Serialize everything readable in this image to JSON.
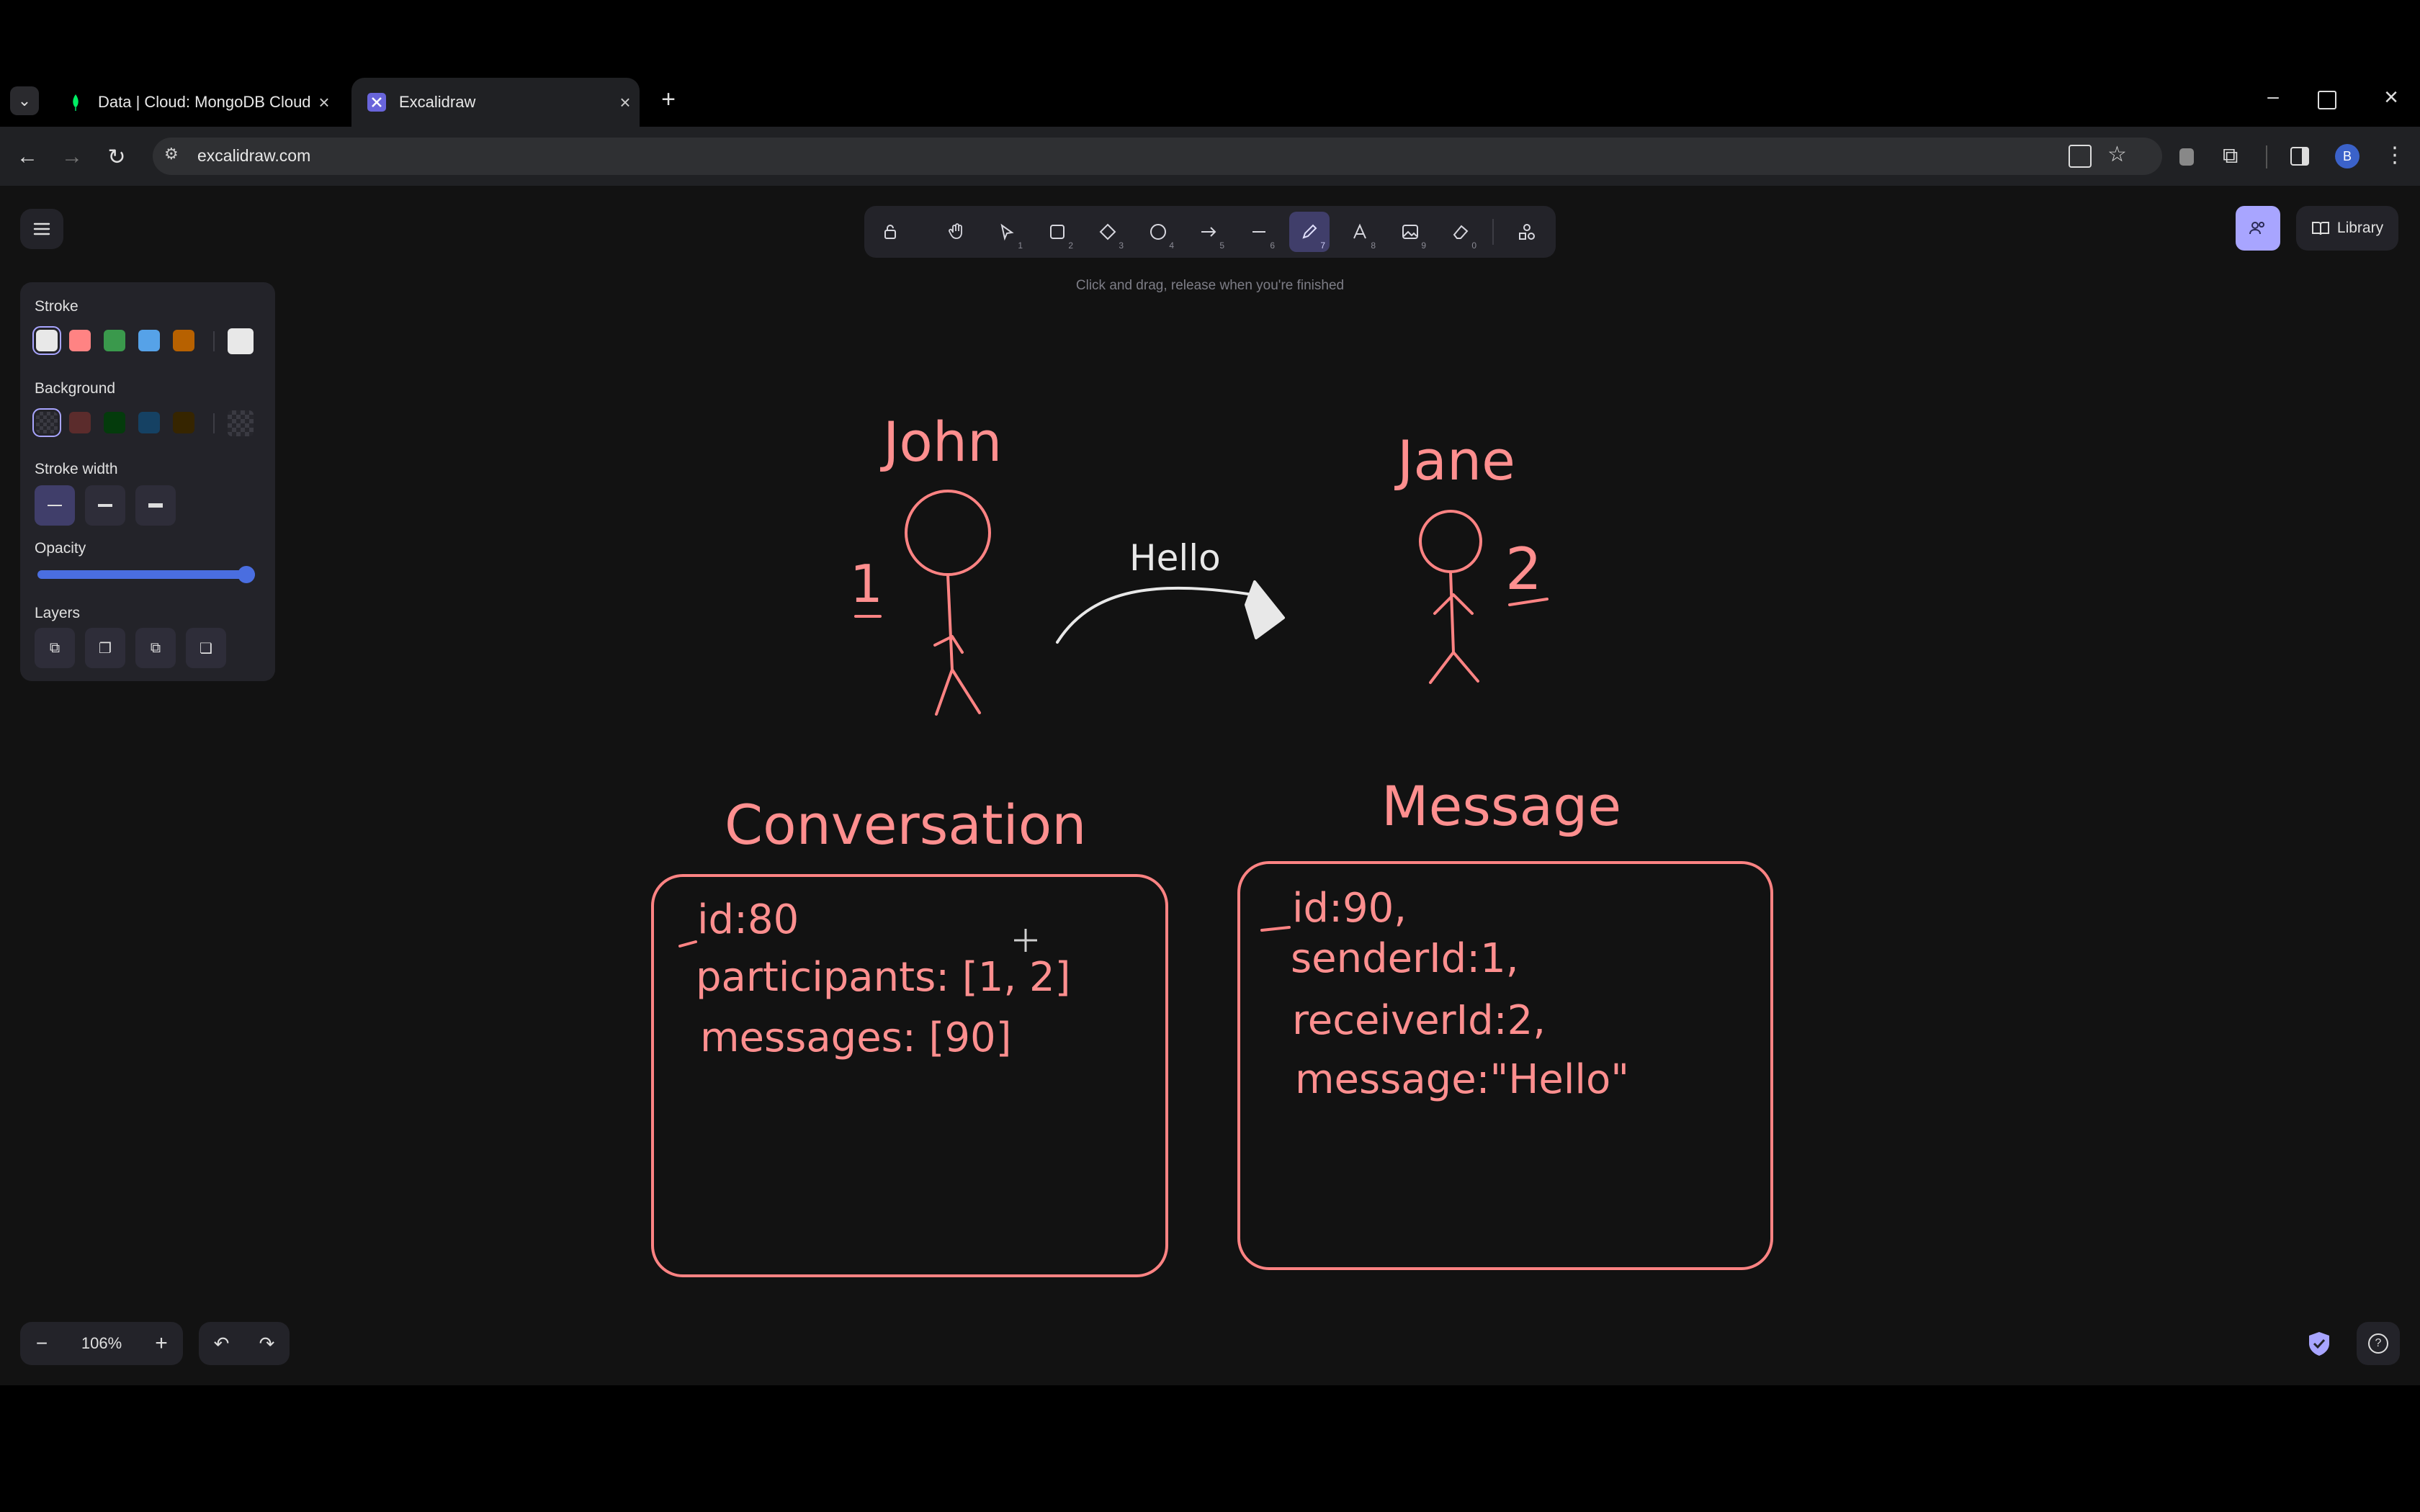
{
  "browser": {
    "tabs": [
      {
        "title": "Data | Cloud: MongoDB Cloud",
        "active": false
      },
      {
        "title": "Excalidraw",
        "active": true
      }
    ],
    "url": "excalidraw.com",
    "profile_initial": "B"
  },
  "toolbar": {
    "hint": "Click and drag, release when you're finished",
    "tools": [
      {
        "icon": "lock-icon",
        "num": ""
      },
      {
        "icon": "hand-icon",
        "num": ""
      },
      {
        "icon": "selection-icon",
        "num": "1"
      },
      {
        "icon": "rectangle-icon",
        "num": "2"
      },
      {
        "icon": "diamond-icon",
        "num": "3"
      },
      {
        "icon": "ellipse-icon",
        "num": "4"
      },
      {
        "icon": "arrow-icon",
        "num": "5"
      },
      {
        "icon": "line-icon",
        "num": "6"
      },
      {
        "icon": "pencil-icon",
        "num": "7",
        "active": true
      },
      {
        "icon": "text-icon",
        "num": "8"
      },
      {
        "icon": "image-icon",
        "num": "9"
      },
      {
        "icon": "eraser-icon",
        "num": "0"
      },
      {
        "icon": "shapes-icon",
        "num": ""
      }
    ],
    "library_label": "Library"
  },
  "properties": {
    "stroke_label": "Stroke",
    "stroke_colors": [
      "#e8e8e8",
      "#ff8383",
      "#3a994c",
      "#56a2e8",
      "#b76100",
      "#e8e8e8"
    ],
    "background_label": "Background",
    "background_colors": [
      "transparent",
      "#5b2c2c",
      "#043b0c",
      "#154163",
      "#362500",
      "transparent"
    ],
    "stroke_width_label": "Stroke width",
    "opacity_label": "Opacity",
    "opacity_value": 100,
    "layers_label": "Layers"
  },
  "footer": {
    "zoom": "106%"
  },
  "drawing": {
    "name_left": "John",
    "name_right": "Jane",
    "num_left": "1",
    "num_right": "2",
    "arrow_label": "Hello",
    "conversation_title": "Conversation",
    "conversation_lines": [
      "id:80",
      "participants: [1, 2]",
      "messages: [90]"
    ],
    "message_title": "Message",
    "message_lines": [
      "id:90,",
      "senderId:1,",
      "receiverId:2,",
      "message:\"Hello\""
    ]
  }
}
